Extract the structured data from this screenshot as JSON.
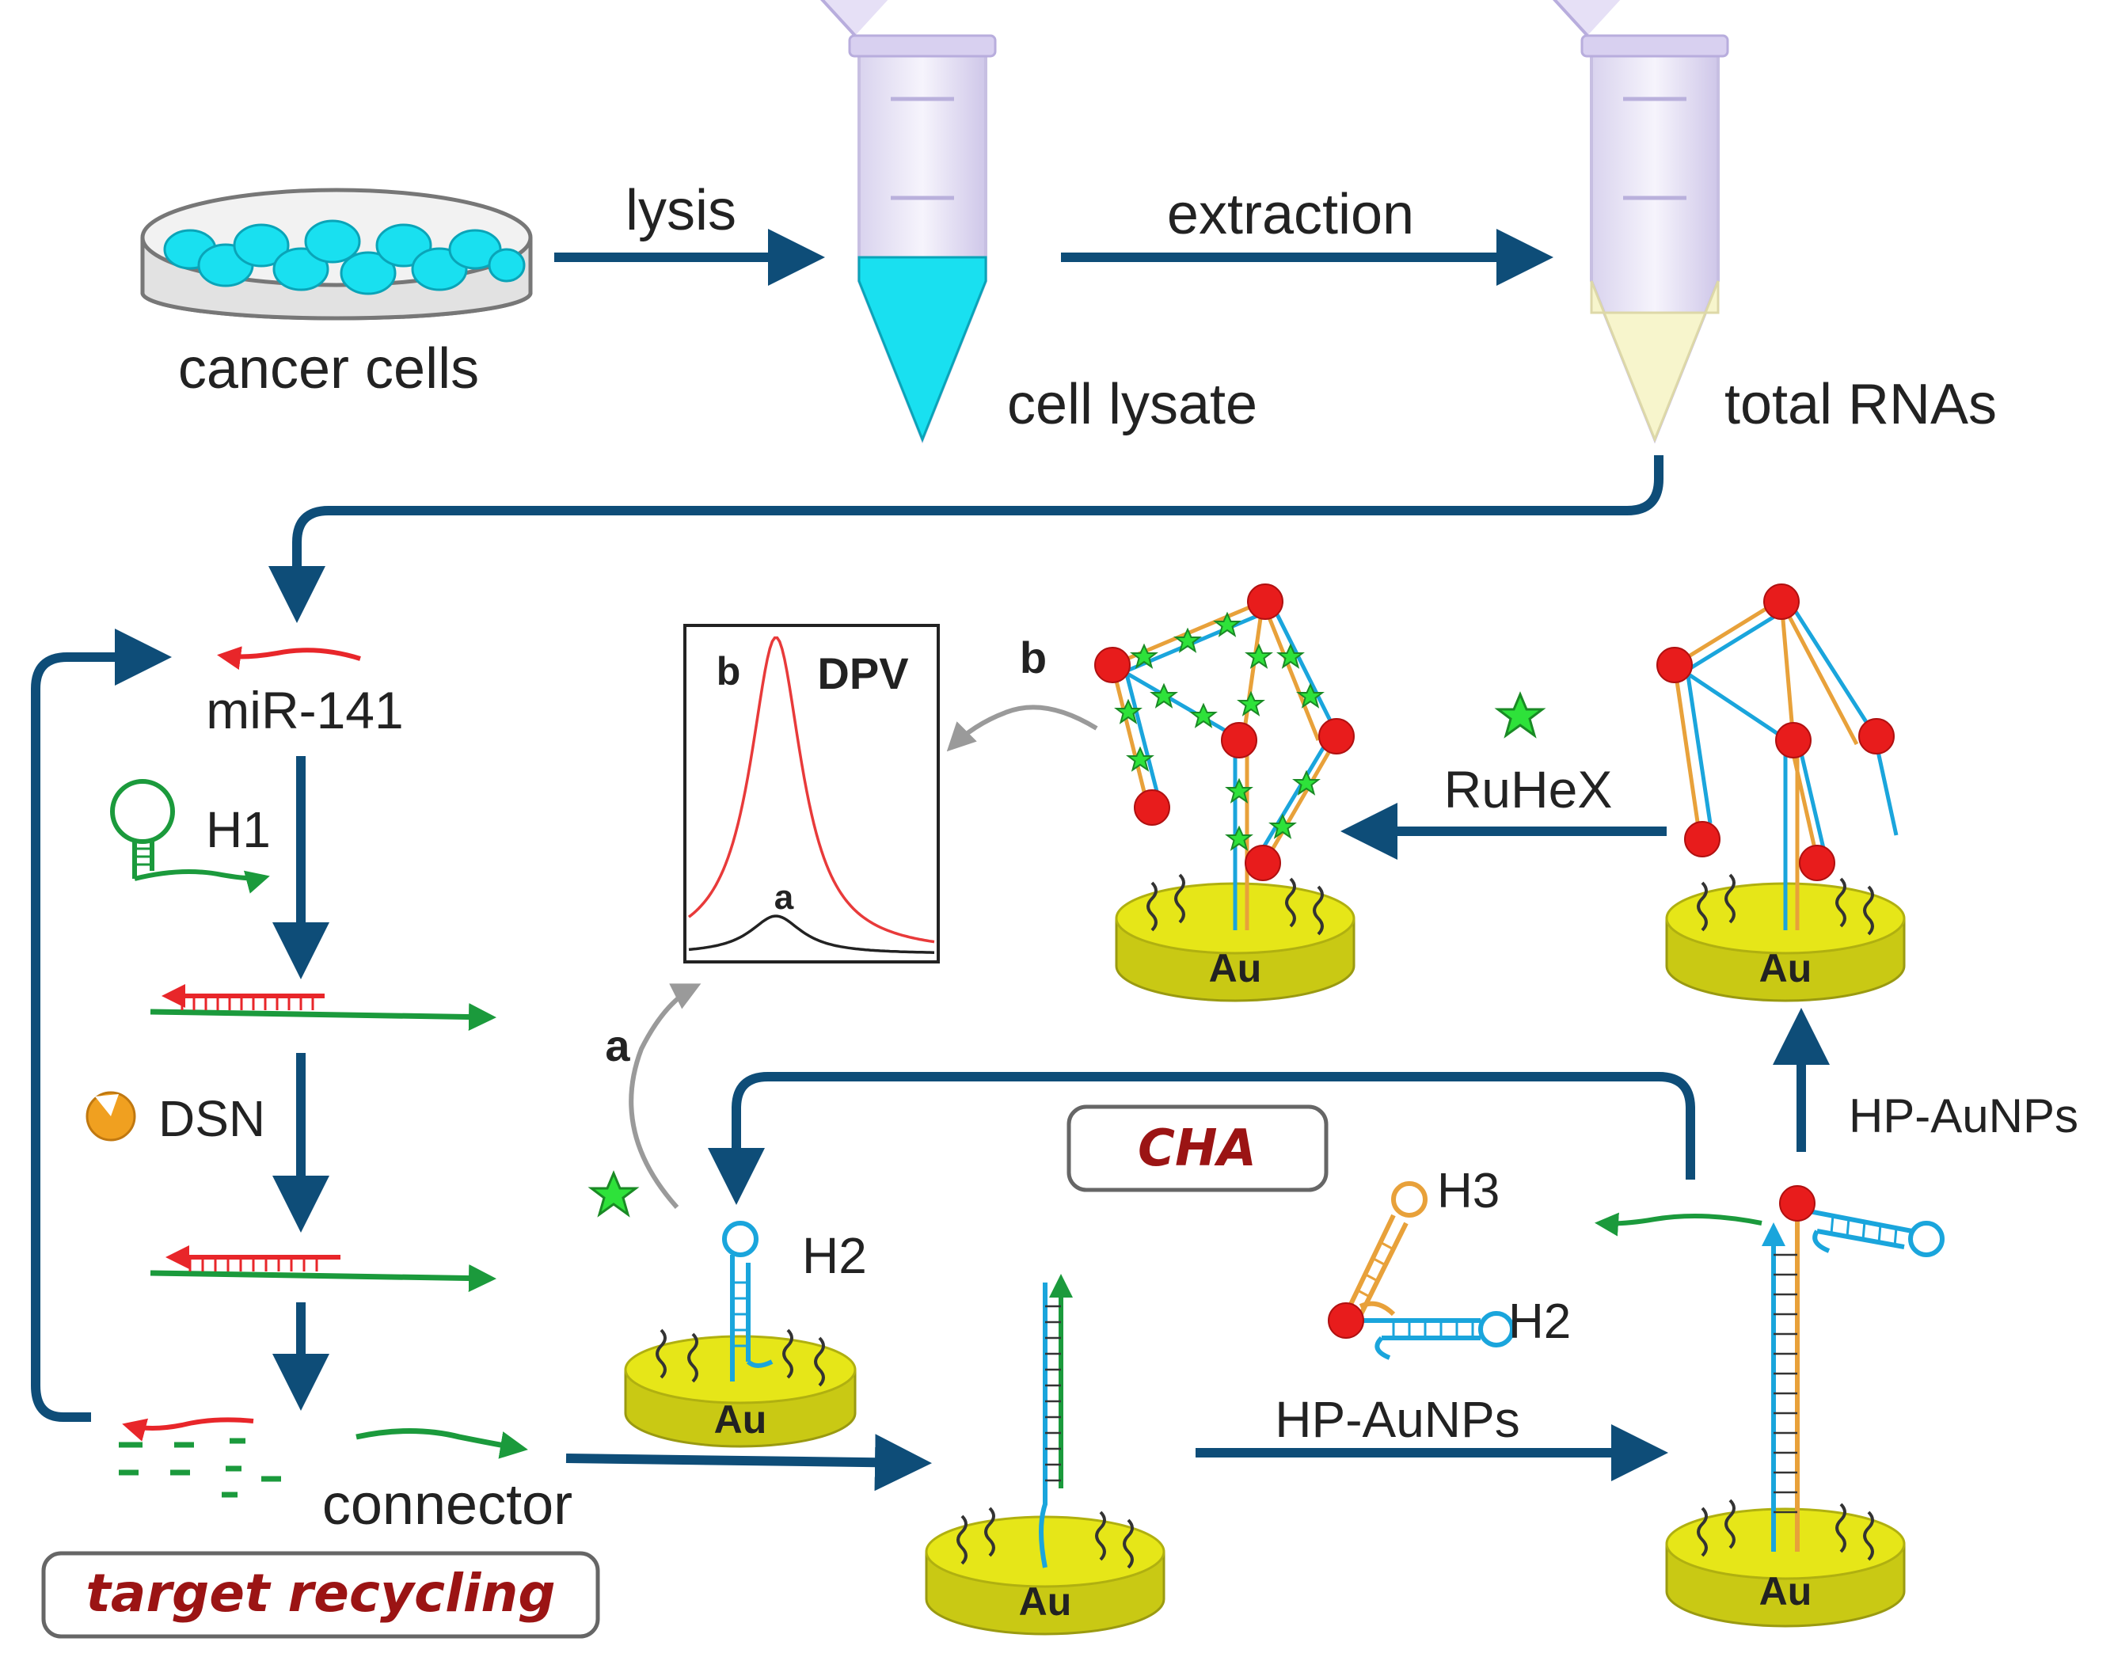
{
  "labels": {
    "cancer_cells": "cancer cells",
    "lysis": "lysis",
    "cell_lysate": "cell lysate",
    "extraction": "extraction",
    "total_rnas": "total RNAs",
    "mir141": "miR-141",
    "h1": "H1",
    "dsn": "DSN",
    "connector": "connector",
    "target_recycling": "target recycling",
    "h2_left": "H2",
    "au": "Au",
    "cha": "CHA",
    "h3": "H3",
    "h2_right": "H2",
    "hp_aunps_bottom": "HP-AuNPs",
    "hp_aunps_right": "HP-AuNPs",
    "ruhex": "RuHeX",
    "dpv": "DPV",
    "curve_a": "a",
    "curve_b": "b",
    "path_a": "a",
    "path_b": "b"
  },
  "colors": {
    "arrow": "#0e4d78",
    "cyan": "#19e0f0",
    "mirna_red": "#e8262a",
    "strand_green": "#1b9a3c",
    "strand_blue": "#1aa5dc",
    "strand_orange": "#e8a13a",
    "gold_electrode": "#e6e618",
    "nanoparticle_red": "#e81c1c",
    "ruhex_green": "#2ee23a",
    "dsn_orange": "#f0a020",
    "dpv_curve_b": "#e83a3a",
    "dpv_curve_a": "#222222",
    "box_text": "#9b1414"
  },
  "dpv": {
    "curve_a_peak": 0.12,
    "curve_b_peak": 1.0
  }
}
